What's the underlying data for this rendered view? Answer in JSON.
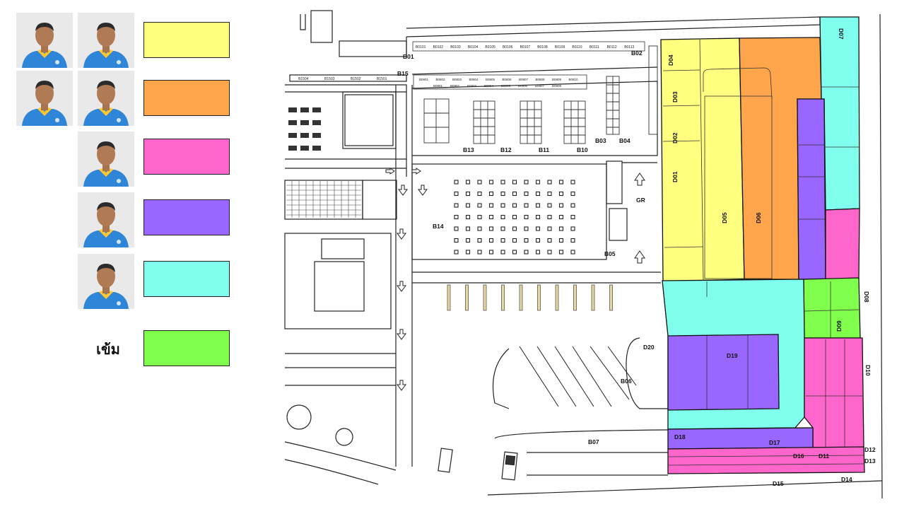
{
  "legend": {
    "teams": [
      {
        "color": "#ffff80",
        "members": 2
      },
      {
        "color": "#ffa64d",
        "members": 2
      },
      {
        "color": "#ff66cc",
        "members": 1
      },
      {
        "color": "#9966ff",
        "members": 1
      },
      {
        "color": "#80ffee",
        "members": 1
      },
      {
        "color": "#80ff4d",
        "members": 0,
        "label": "เข้ม"
      }
    ]
  },
  "colors": {
    "yellow": "#ffff80",
    "orange": "#ffa64d",
    "pink": "#ff66cc",
    "purple": "#9966ff",
    "cyan": "#80ffee",
    "green": "#80ff4d",
    "line": "#222222",
    "shirt": "#2f86d8",
    "collar": "#ffc72c"
  },
  "map": {
    "labels": {
      "b01": "B01",
      "b02": "B02",
      "b03": "B03",
      "b04": "B04",
      "b05": "B05",
      "b06": "B06",
      "b07": "B07",
      "b10": "B10",
      "b11": "B11",
      "b12": "B12",
      "b13": "B13",
      "b14": "B14",
      "b15": "B15",
      "d01": "D01",
      "d02": "D02",
      "d03": "D03",
      "d04": "D04",
      "d05": "D05",
      "d06": "D06",
      "d07": "D07",
      "d08": "D08",
      "d09": "D09",
      "d10": "D10",
      "d11": "D11",
      "d12": "D12",
      "d13": "D13",
      "d14": "D14",
      "d15": "D15",
      "d16": "D16",
      "d17": "D17",
      "d18": "D18",
      "d19": "D19",
      "d20": "D20",
      "gr": "GR"
    },
    "b01_stalls": [
      "B0101",
      "B0102",
      "B0103",
      "B0104",
      "B0105",
      "B0106",
      "B0107",
      "B0108",
      "B0109",
      "B0110",
      "B0111",
      "B0112",
      "B0113"
    ],
    "b15_stalls": [
      "B1504",
      "B1503",
      "B1502",
      "B1501"
    ],
    "b08_top_stalls": [
      "B0801",
      "B0802",
      "B0803",
      "B0804",
      "B0805",
      "B0806",
      "B0807",
      "B0808",
      "B0809",
      "B0810"
    ],
    "b09_stalls": [
      "B0901",
      "B0902",
      "B0903",
      "B0904",
      "B0905",
      "B0906",
      "B0907",
      "B0908"
    ]
  }
}
